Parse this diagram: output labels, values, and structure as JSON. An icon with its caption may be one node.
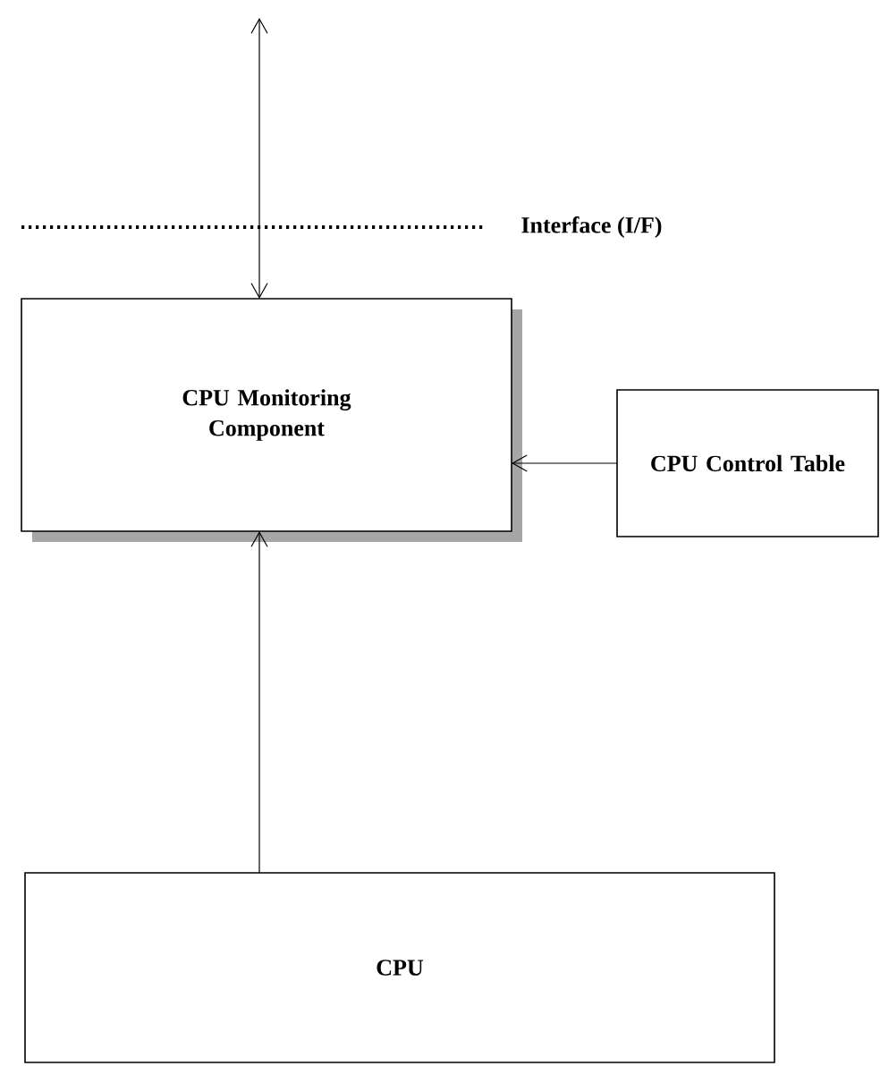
{
  "diagram": {
    "nodes": [
      {
        "text": [
          "CPU Monitoring Component"
        ]
      },
      {
        "text": [
          "CPU Control Table"
        ]
      },
      {
        "text": [
          "CPU"
        ]
      }
    ],
    "edges": [
      {
        "from": null,
        "to": 0,
        "arrow": "both"
      },
      {
        "from": 1,
        "to": 0,
        "arrow": "to"
      },
      {
        "from": 2,
        "to": 0,
        "arrow": "to"
      }
    ],
    "labels": [
      "Interface (I/F)"
    ]
  }
}
